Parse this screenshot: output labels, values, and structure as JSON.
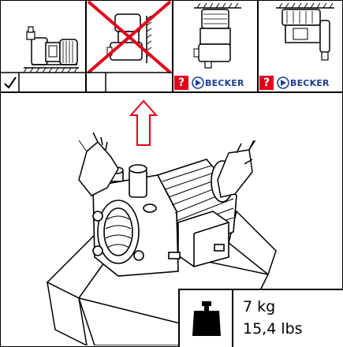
{
  "panels": [
    {
      "id": "vertical-mount-ok",
      "status": "allowed",
      "status_icon": "check-icon"
    },
    {
      "id": "inverted-mount",
      "status": "forbidden",
      "status_icon": "cross-icon"
    },
    {
      "id": "wall-mount-left",
      "status": "consult",
      "warning": "?",
      "brand": "BECKER"
    },
    {
      "id": "wall-mount-right",
      "status": "consult",
      "warning": "?",
      "brand": "BECKER"
    }
  ],
  "weight": {
    "metric": "7 kg",
    "imperial": "15,4 lbs",
    "icon": "weight-icon"
  },
  "colors": {
    "warning_red": "#e2001a",
    "brand_blue": "#1c3f94",
    "lift_arrow": "#e2001a"
  }
}
